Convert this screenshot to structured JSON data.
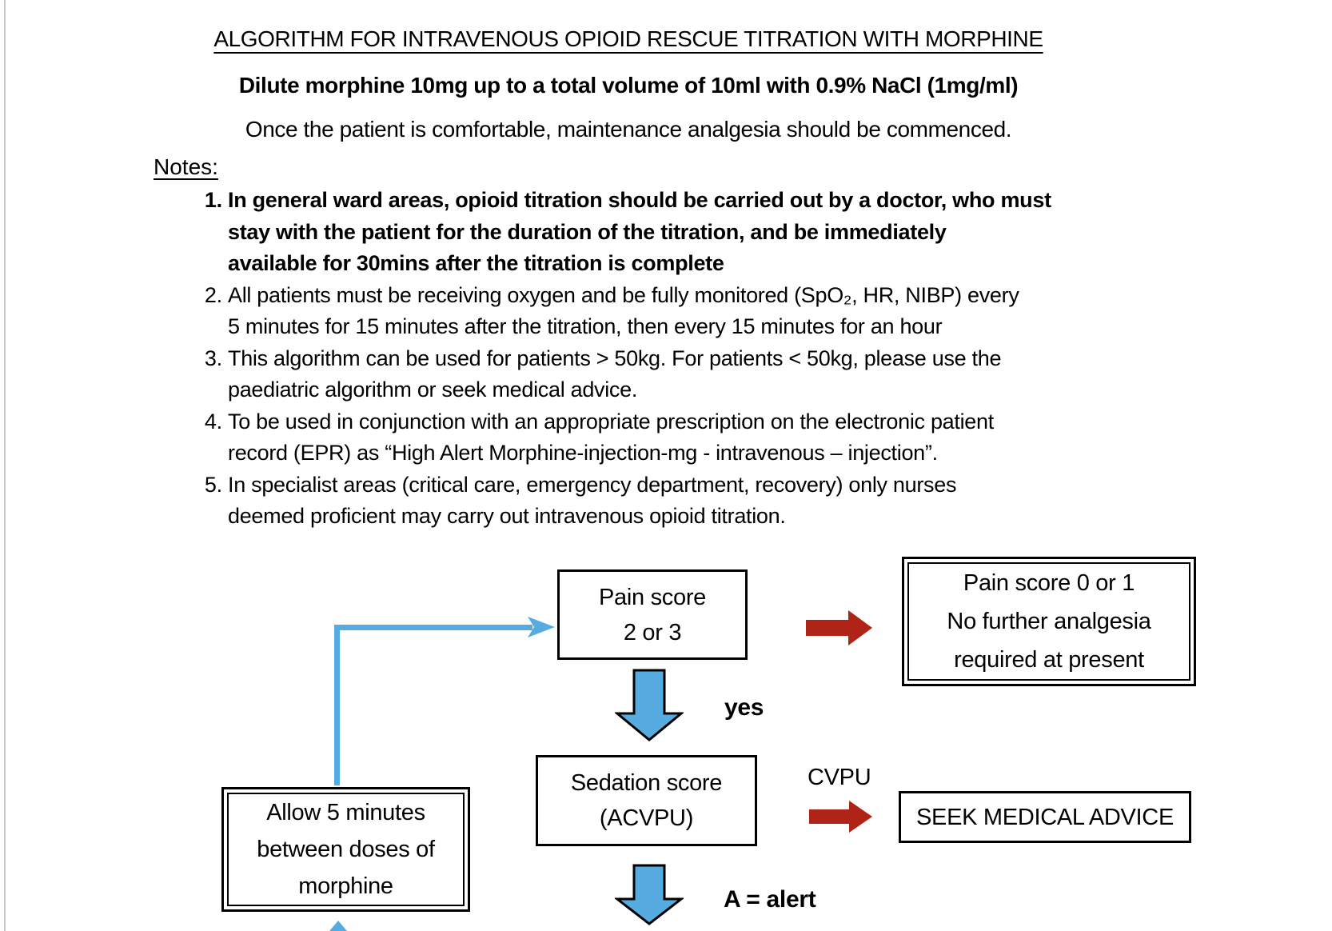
{
  "page": {
    "title": "ALGORITHM FOR INTRAVENOUS OPIOID RESCUE TITRATION WITH MORPHINE",
    "subtitle": "Dilute morphine 10mg up to a total volume of 10ml with 0.9% NaCl (1mg/ml)",
    "intro": "Once the patient is comfortable, maintenance analgesia should be commenced.",
    "notes_label": "Notes:"
  },
  "notes": {
    "items": [
      {
        "bold": true,
        "text": "In general ward areas, opioid titration should be carried out by a doctor, who must\nstay with the patient for the duration of the titration, and be immediately\navailable for 30mins after the titration is complete"
      },
      {
        "bold": false,
        "text": "All patients must be receiving oxygen and be fully monitored (SpO₂, HR, NIBP) every\n5 minutes for 15 minutes after the titration, then every 15 minutes for an hour"
      },
      {
        "bold": false,
        "text": "This algorithm can be used for patients > 50kg. For patients < 50kg, please use the\npaediatric algorithm or seek medical advice."
      },
      {
        "bold": false,
        "text": "To be used in conjunction with an appropriate prescription on the electronic patient\nrecord (EPR) as “High Alert Morphine-injection-mg - intravenous – injection”."
      },
      {
        "bold": false,
        "text": "In specialist areas (critical care, emergency department, recovery) only nurses\ndeemed proficient may carry out intravenous opioid titration."
      }
    ]
  },
  "flowchart": {
    "pain_box": {
      "line1": "Pain score",
      "line2": "2 or 3"
    },
    "no_analgesia_box": {
      "line1": "Pain score 0 or 1",
      "line2": "No further analgesia",
      "line3": "required at present"
    },
    "sedation_box": {
      "line1": "Sedation score",
      "line2": "(ACVPU)"
    },
    "seek_box": {
      "label": "SEEK MEDICAL ADVICE"
    },
    "allow_box": {
      "line1": "Allow 5 minutes",
      "line2": "between doses of",
      "line3": "morphine"
    },
    "labels": {
      "yes": "yes",
      "cvpu": "CVPU",
      "alert": "A = alert"
    },
    "colors": {
      "arrow_blue": "#56abe0",
      "arrow_red": "#b02418",
      "edge_gray": "#c8c8c8"
    }
  }
}
